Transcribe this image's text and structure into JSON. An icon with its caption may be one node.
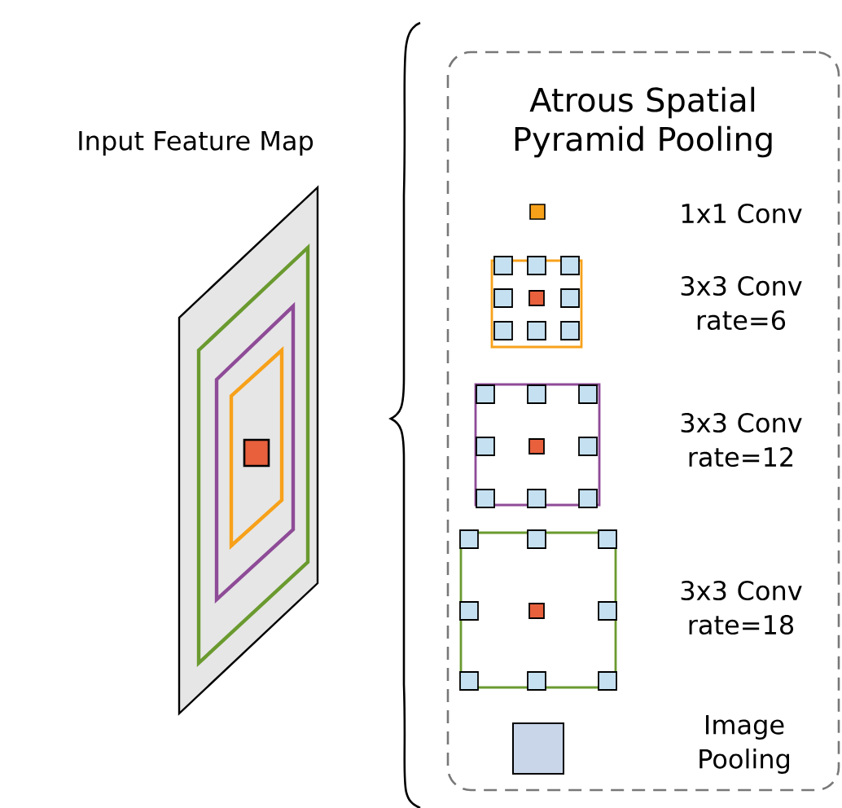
{
  "diagram": {
    "nodes": [
      {
        "text": [
          "Input Feature Map"
        ]
      },
      {
        "text": [
          "Atrous Spatial Pyramid Pooling"
        ]
      },
      {
        "text": [],
        "shape": "box",
        "in": 1
      },
      {
        "text": [],
        "shape": "box",
        "in": 1
      },
      {
        "text": [],
        "shape": "box",
        "in": 1
      },
      {
        "text": [],
        "shape": "box",
        "in": 1
      },
      {
        "text": [],
        "shape": "box",
        "in": 1
      }
    ],
    "labels": [
      "1x1 Conv",
      "3x3 Conv rate=6",
      "3x3 Conv rate=12",
      "3x3 Conv rate=18",
      "Image Pooling"
    ]
  }
}
